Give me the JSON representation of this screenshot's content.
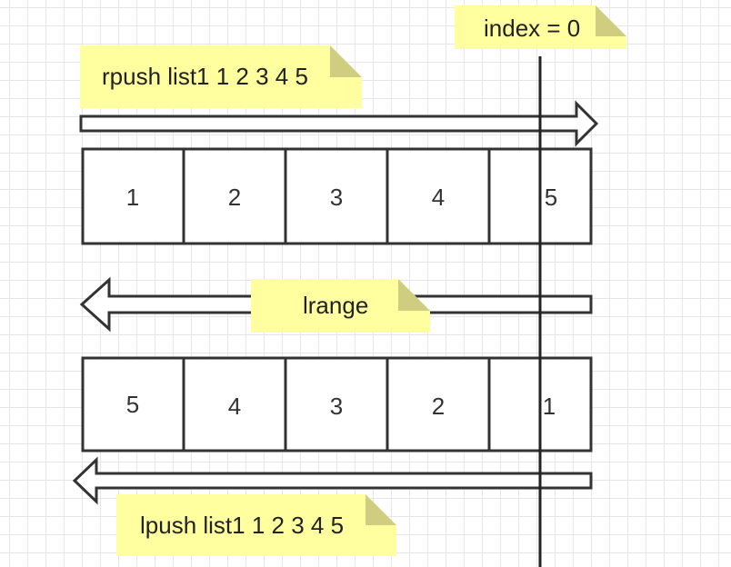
{
  "index_note": {
    "label": "index = 0"
  },
  "rpush": {
    "command": "rpush list1 1 2 3 4 5",
    "cells": [
      "1",
      "2",
      "3",
      "4",
      "5"
    ]
  },
  "lrange": {
    "label": "lrange"
  },
  "lpush": {
    "command": "lpush list1 1 2 3 4 5",
    "cells": [
      "5",
      "4",
      "3",
      "2",
      "1"
    ]
  },
  "colors": {
    "note_fill": "#ffff9f",
    "note_fold": "#cfcd80",
    "stroke": "#333333"
  }
}
